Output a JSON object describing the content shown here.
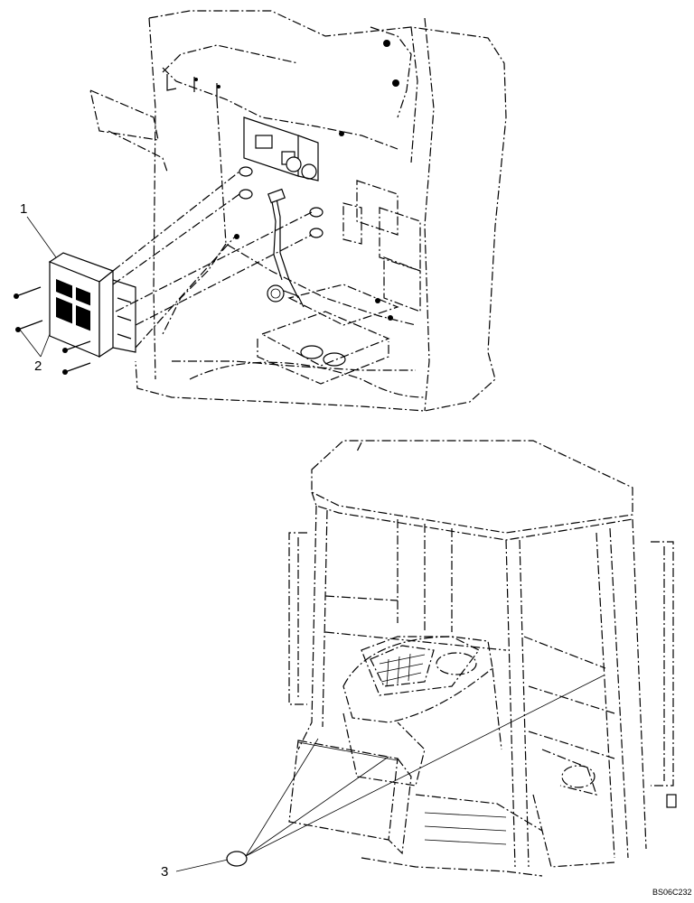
{
  "callouts": {
    "c1": "1",
    "c2": "2",
    "c3": "3"
  },
  "drawing_code": "BS06C232"
}
